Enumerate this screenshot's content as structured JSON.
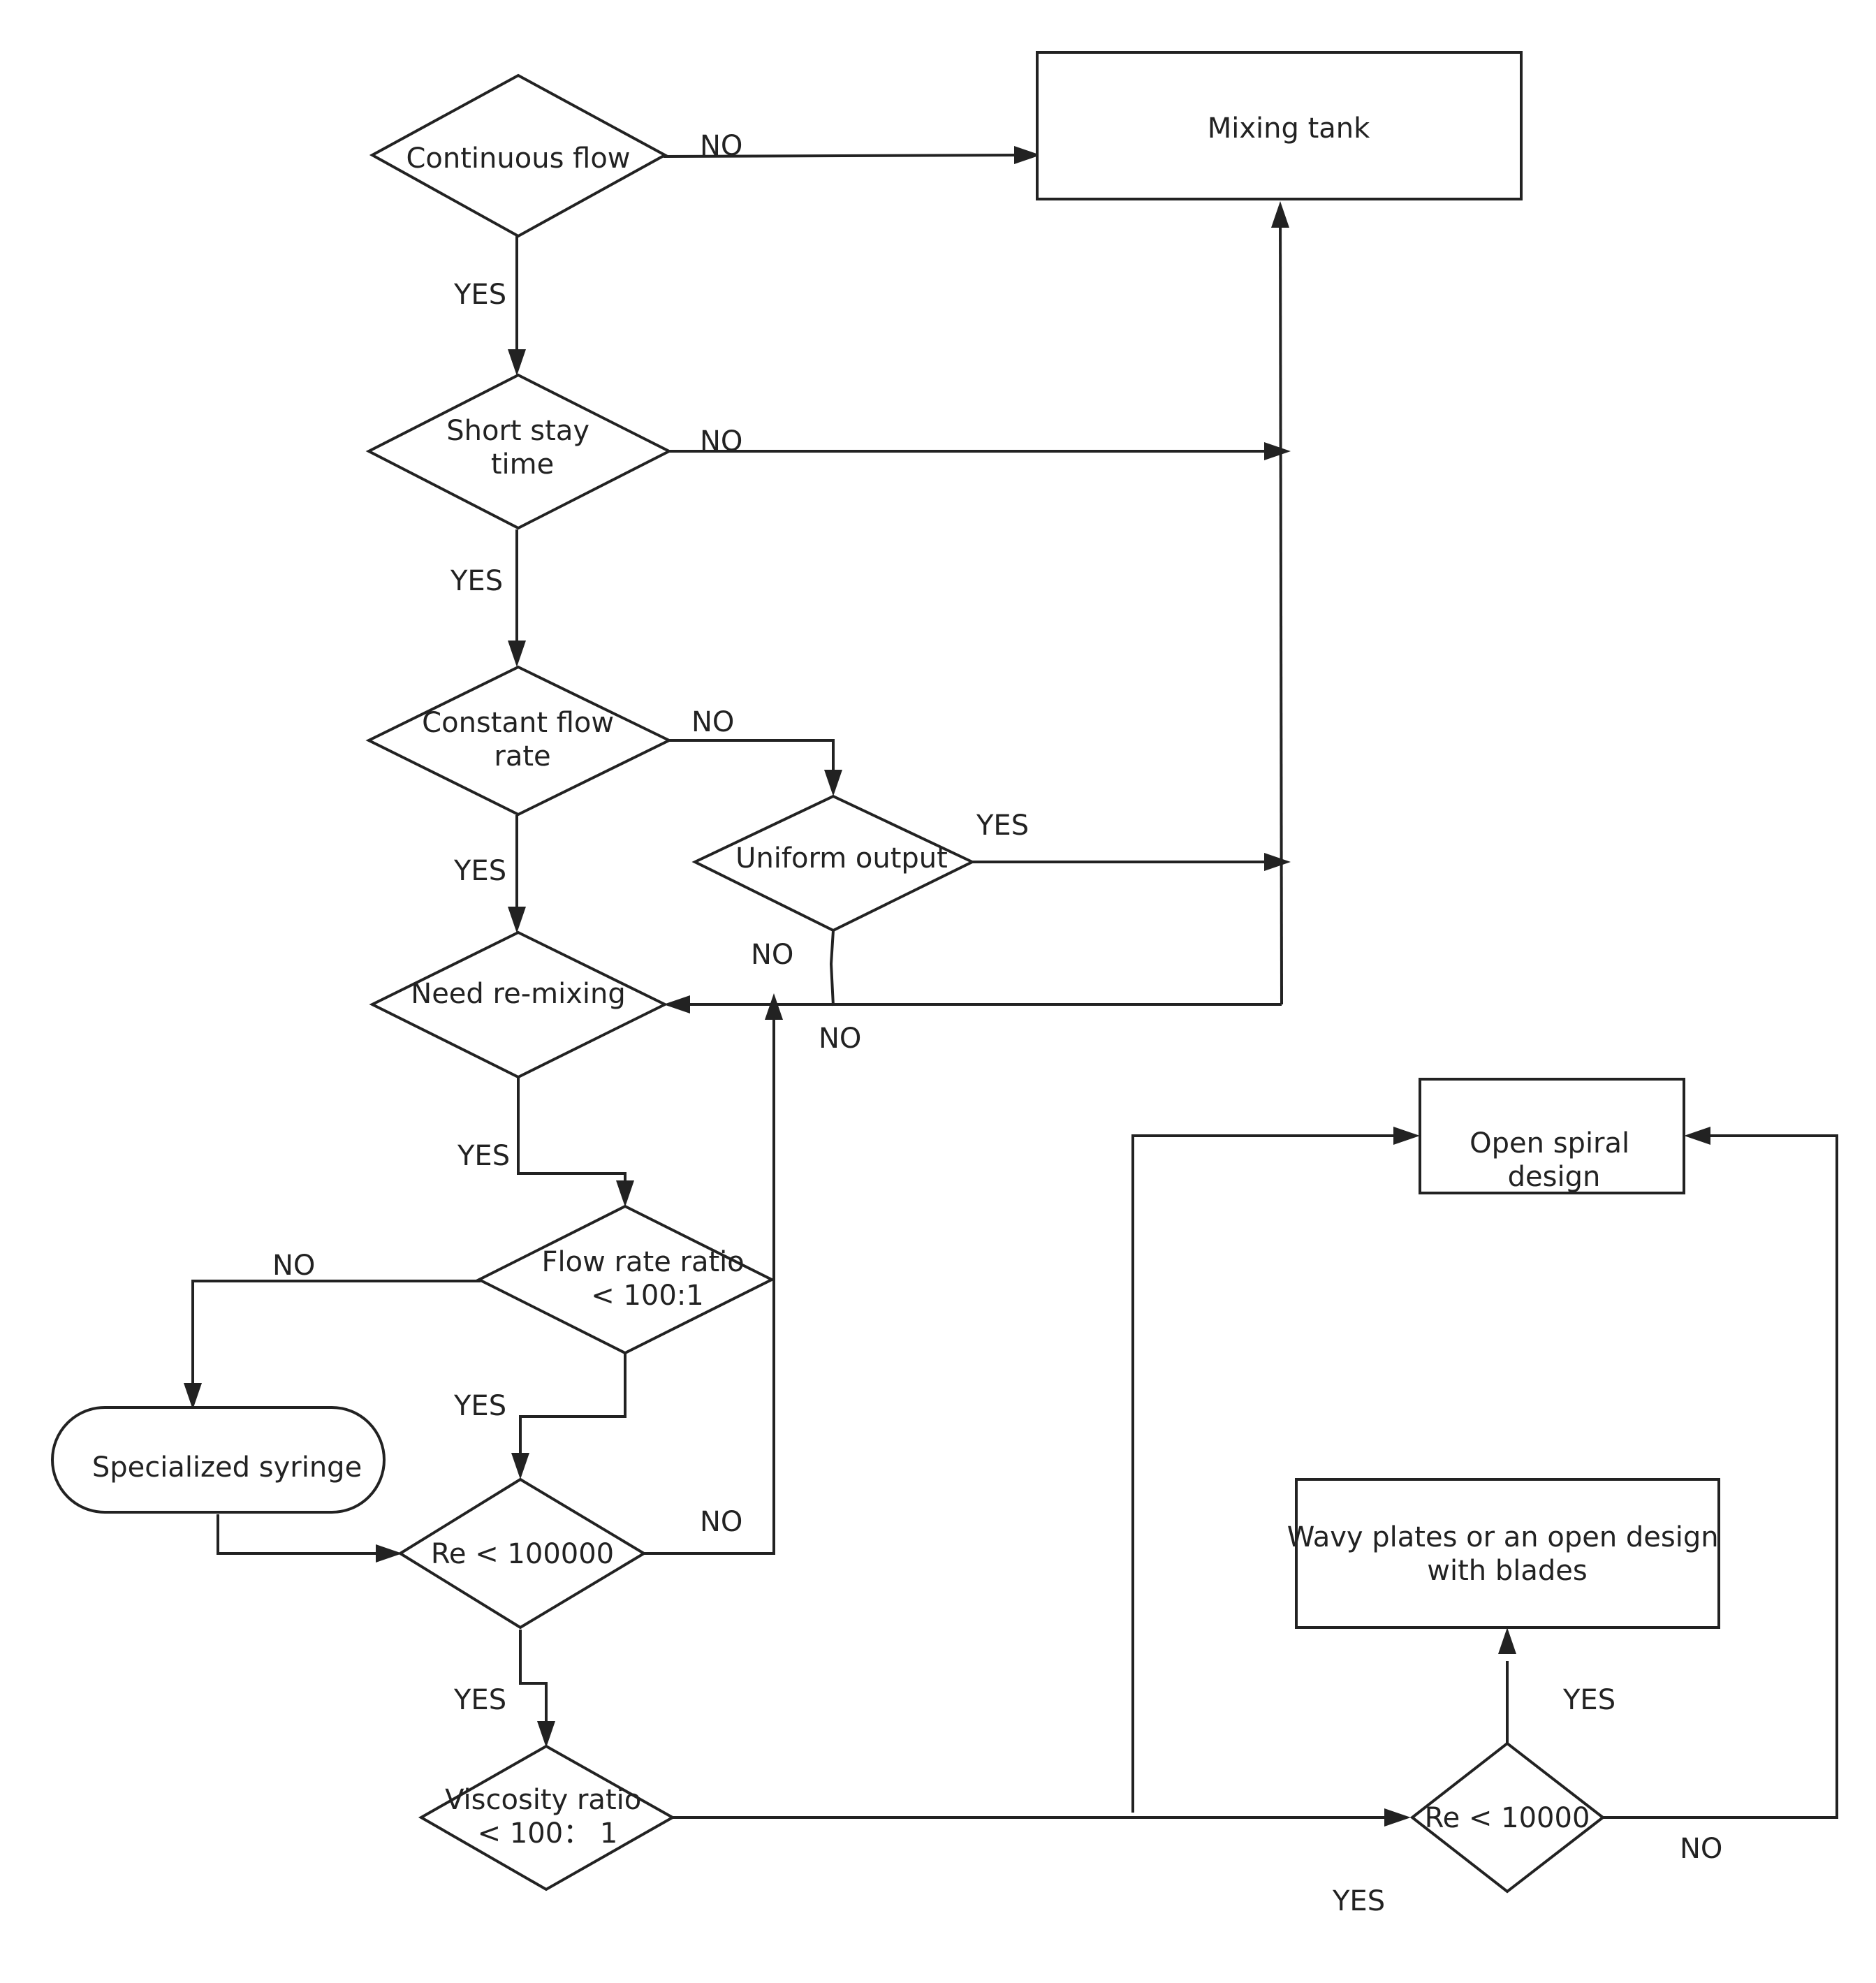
{
  "nodes": {
    "continuous_flow": {
      "lines": [
        "Continuous flow"
      ]
    },
    "mixing_tank": {
      "lines": [
        "Mixing tank"
      ]
    },
    "short_stay": {
      "lines": [
        "Short stay",
        "time"
      ]
    },
    "constant_flow": {
      "lines": [
        "Constant flow",
        "rate"
      ]
    },
    "uniform_output": {
      "lines": [
        "Uniform output"
      ]
    },
    "need_remixing": {
      "lines": [
        "Need re-mixing"
      ]
    },
    "flow_rate_ratio": {
      "lines": [
        "Flow rate ratio",
        "< 100:1"
      ]
    },
    "specialized_syringe": {
      "lines": [
        "Specialized syringe"
      ]
    },
    "re_100000": {
      "lines": [
        "Re < 100000"
      ]
    },
    "viscosity_ratio": {
      "lines": [
        "Viscosity ratio",
        "< 100： 1"
      ]
    },
    "open_spiral": {
      "lines": [
        "Open spiral",
        "design"
      ]
    },
    "wavy_plates": {
      "lines": [
        "Wavy plates or an open design",
        "with blades"
      ]
    },
    "re_10000": {
      "lines": [
        "Re < 10000"
      ]
    }
  },
  "edge_labels": {
    "continuous_no": "NO",
    "continuous_yes": "YES",
    "short_no": "NO",
    "short_yes": "YES",
    "constant_no": "NO",
    "constant_yes": "YES",
    "uniform_yes": "YES",
    "uniform_no_1": "NO",
    "uniform_no_2": "NO",
    "remix_yes": "YES",
    "ratio_no": "NO",
    "ratio_yes": "YES",
    "re100000_no": "NO",
    "re100000_yes": "YES",
    "re10000_yes_up": "YES",
    "re10000_no": "NO",
    "viscosity_yes": "YES"
  }
}
